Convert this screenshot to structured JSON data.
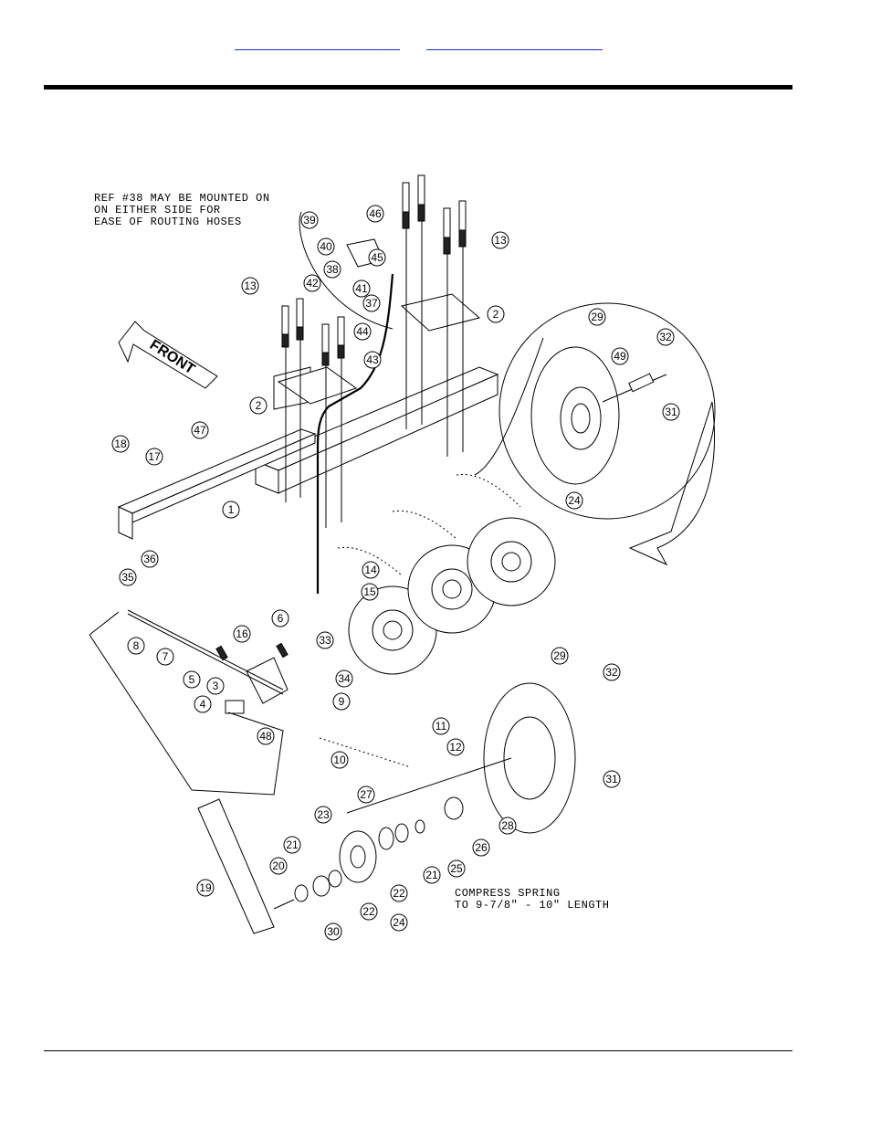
{
  "header": {
    "link1": "",
    "link2": ""
  },
  "notes": {
    "ref_line1": "REF #38 MAY BE MOUNTED ON",
    "ref_line2": "ON EITHER SIDE FOR",
    "ref_line3": "EASE OF ROUTING HOSES",
    "spring_line1": "COMPRESS SPRING",
    "spring_line2": "TO 9-7/8\" - 10\" LENGTH",
    "front_label": "FRONT"
  },
  "callouts": [
    "39",
    "46",
    "40",
    "38",
    "45",
    "41",
    "37",
    "13",
    "42",
    "13",
    "2",
    "44",
    "43",
    "2",
    "47",
    "18",
    "17",
    "1",
    "36",
    "35",
    "8",
    "7",
    "16",
    "6",
    "14",
    "15",
    "33",
    "34",
    "5",
    "3",
    "4",
    "48",
    "9",
    "10",
    "11",
    "12",
    "27",
    "23",
    "21",
    "20",
    "19",
    "22",
    "30",
    "22",
    "21",
    "25",
    "26",
    "28",
    "24",
    "29",
    "32",
    "31",
    "29",
    "49",
    "32",
    "31",
    "24"
  ]
}
